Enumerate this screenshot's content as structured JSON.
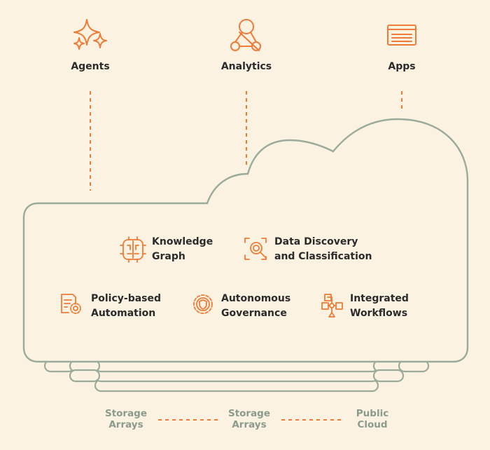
{
  "consumers": [
    {
      "label": "Agents",
      "icon": "sparkles-icon"
    },
    {
      "label": "Analytics",
      "icon": "analytics-graph-icon"
    },
    {
      "label": "Apps",
      "icon": "app-window-icon"
    }
  ],
  "features": [
    {
      "line1": "Knowledge",
      "line2": "Graph",
      "icon": "brain-chip-icon"
    },
    {
      "line1": "Data Discovery",
      "line2": "and Classification",
      "icon": "scan-search-icon"
    },
    {
      "line1": "Policy-based",
      "line2": "Automation",
      "icon": "document-gear-icon"
    },
    {
      "line1": "Autonomous",
      "line2": "Governance",
      "icon": "gear-shield-icon"
    },
    {
      "line1": "Integrated",
      "line2": "Workflows",
      "icon": "workflow-icon"
    }
  ],
  "sources": [
    {
      "line1": "Storage",
      "line2": "Arrays"
    },
    {
      "line1": "Storage",
      "line2": "Arrays"
    },
    {
      "line1": "Public",
      "line2": "Cloud"
    }
  ],
  "colors": {
    "background": "#fcf2e1",
    "accent": "#ee7b37",
    "outline": "#9aab9b",
    "text": "#2b2b2b",
    "muted": "#8a9a8c"
  }
}
